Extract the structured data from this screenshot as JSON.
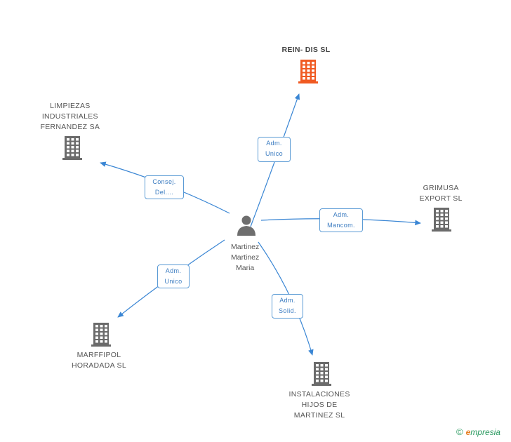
{
  "colors": {
    "edge": "#3a86d4",
    "building": "#6b6b6b",
    "building_main": "#f05a22",
    "person": "#6e6e6e"
  },
  "person": {
    "name_lines": [
      "Martinez",
      "Martinez",
      "Maria"
    ],
    "icon": "person-icon"
  },
  "companies": [
    {
      "id": "rein",
      "lines": [
        "REIN- DIS SL"
      ],
      "main": true,
      "icon": "building-icon"
    },
    {
      "id": "limpiezas",
      "lines": [
        "LIMPIEZAS",
        "INDUSTRIALES",
        "FERNANDEZ SA"
      ],
      "main": false,
      "icon": "building-icon"
    },
    {
      "id": "grimusa",
      "lines": [
        "GRIMUSA",
        "EXPORT SL"
      ],
      "main": false,
      "icon": "building-icon"
    },
    {
      "id": "marffipol",
      "lines": [
        "MARFFIPOL",
        "HORADADA SL"
      ],
      "main": false,
      "icon": "building-icon"
    },
    {
      "id": "instalaciones",
      "lines": [
        "INSTALACIONES",
        "HIJOS DE",
        "MARTINEZ SL"
      ],
      "main": false,
      "icon": "building-icon"
    }
  ],
  "relations": [
    {
      "target": "rein",
      "lines": [
        "Adm.",
        "Unico"
      ]
    },
    {
      "target": "limpiezas",
      "lines": [
        "Consej.",
        "Del...."
      ]
    },
    {
      "target": "grimusa",
      "lines": [
        "Adm.",
        "Mancom."
      ]
    },
    {
      "target": "marffipol",
      "lines": [
        "Adm.",
        "Unico"
      ]
    },
    {
      "target": "instalaciones",
      "lines": [
        "Adm.",
        "Solid."
      ]
    }
  ],
  "footer": {
    "copyright": "©",
    "brand_initial": "e",
    "brand_rest": "mpresia"
  }
}
